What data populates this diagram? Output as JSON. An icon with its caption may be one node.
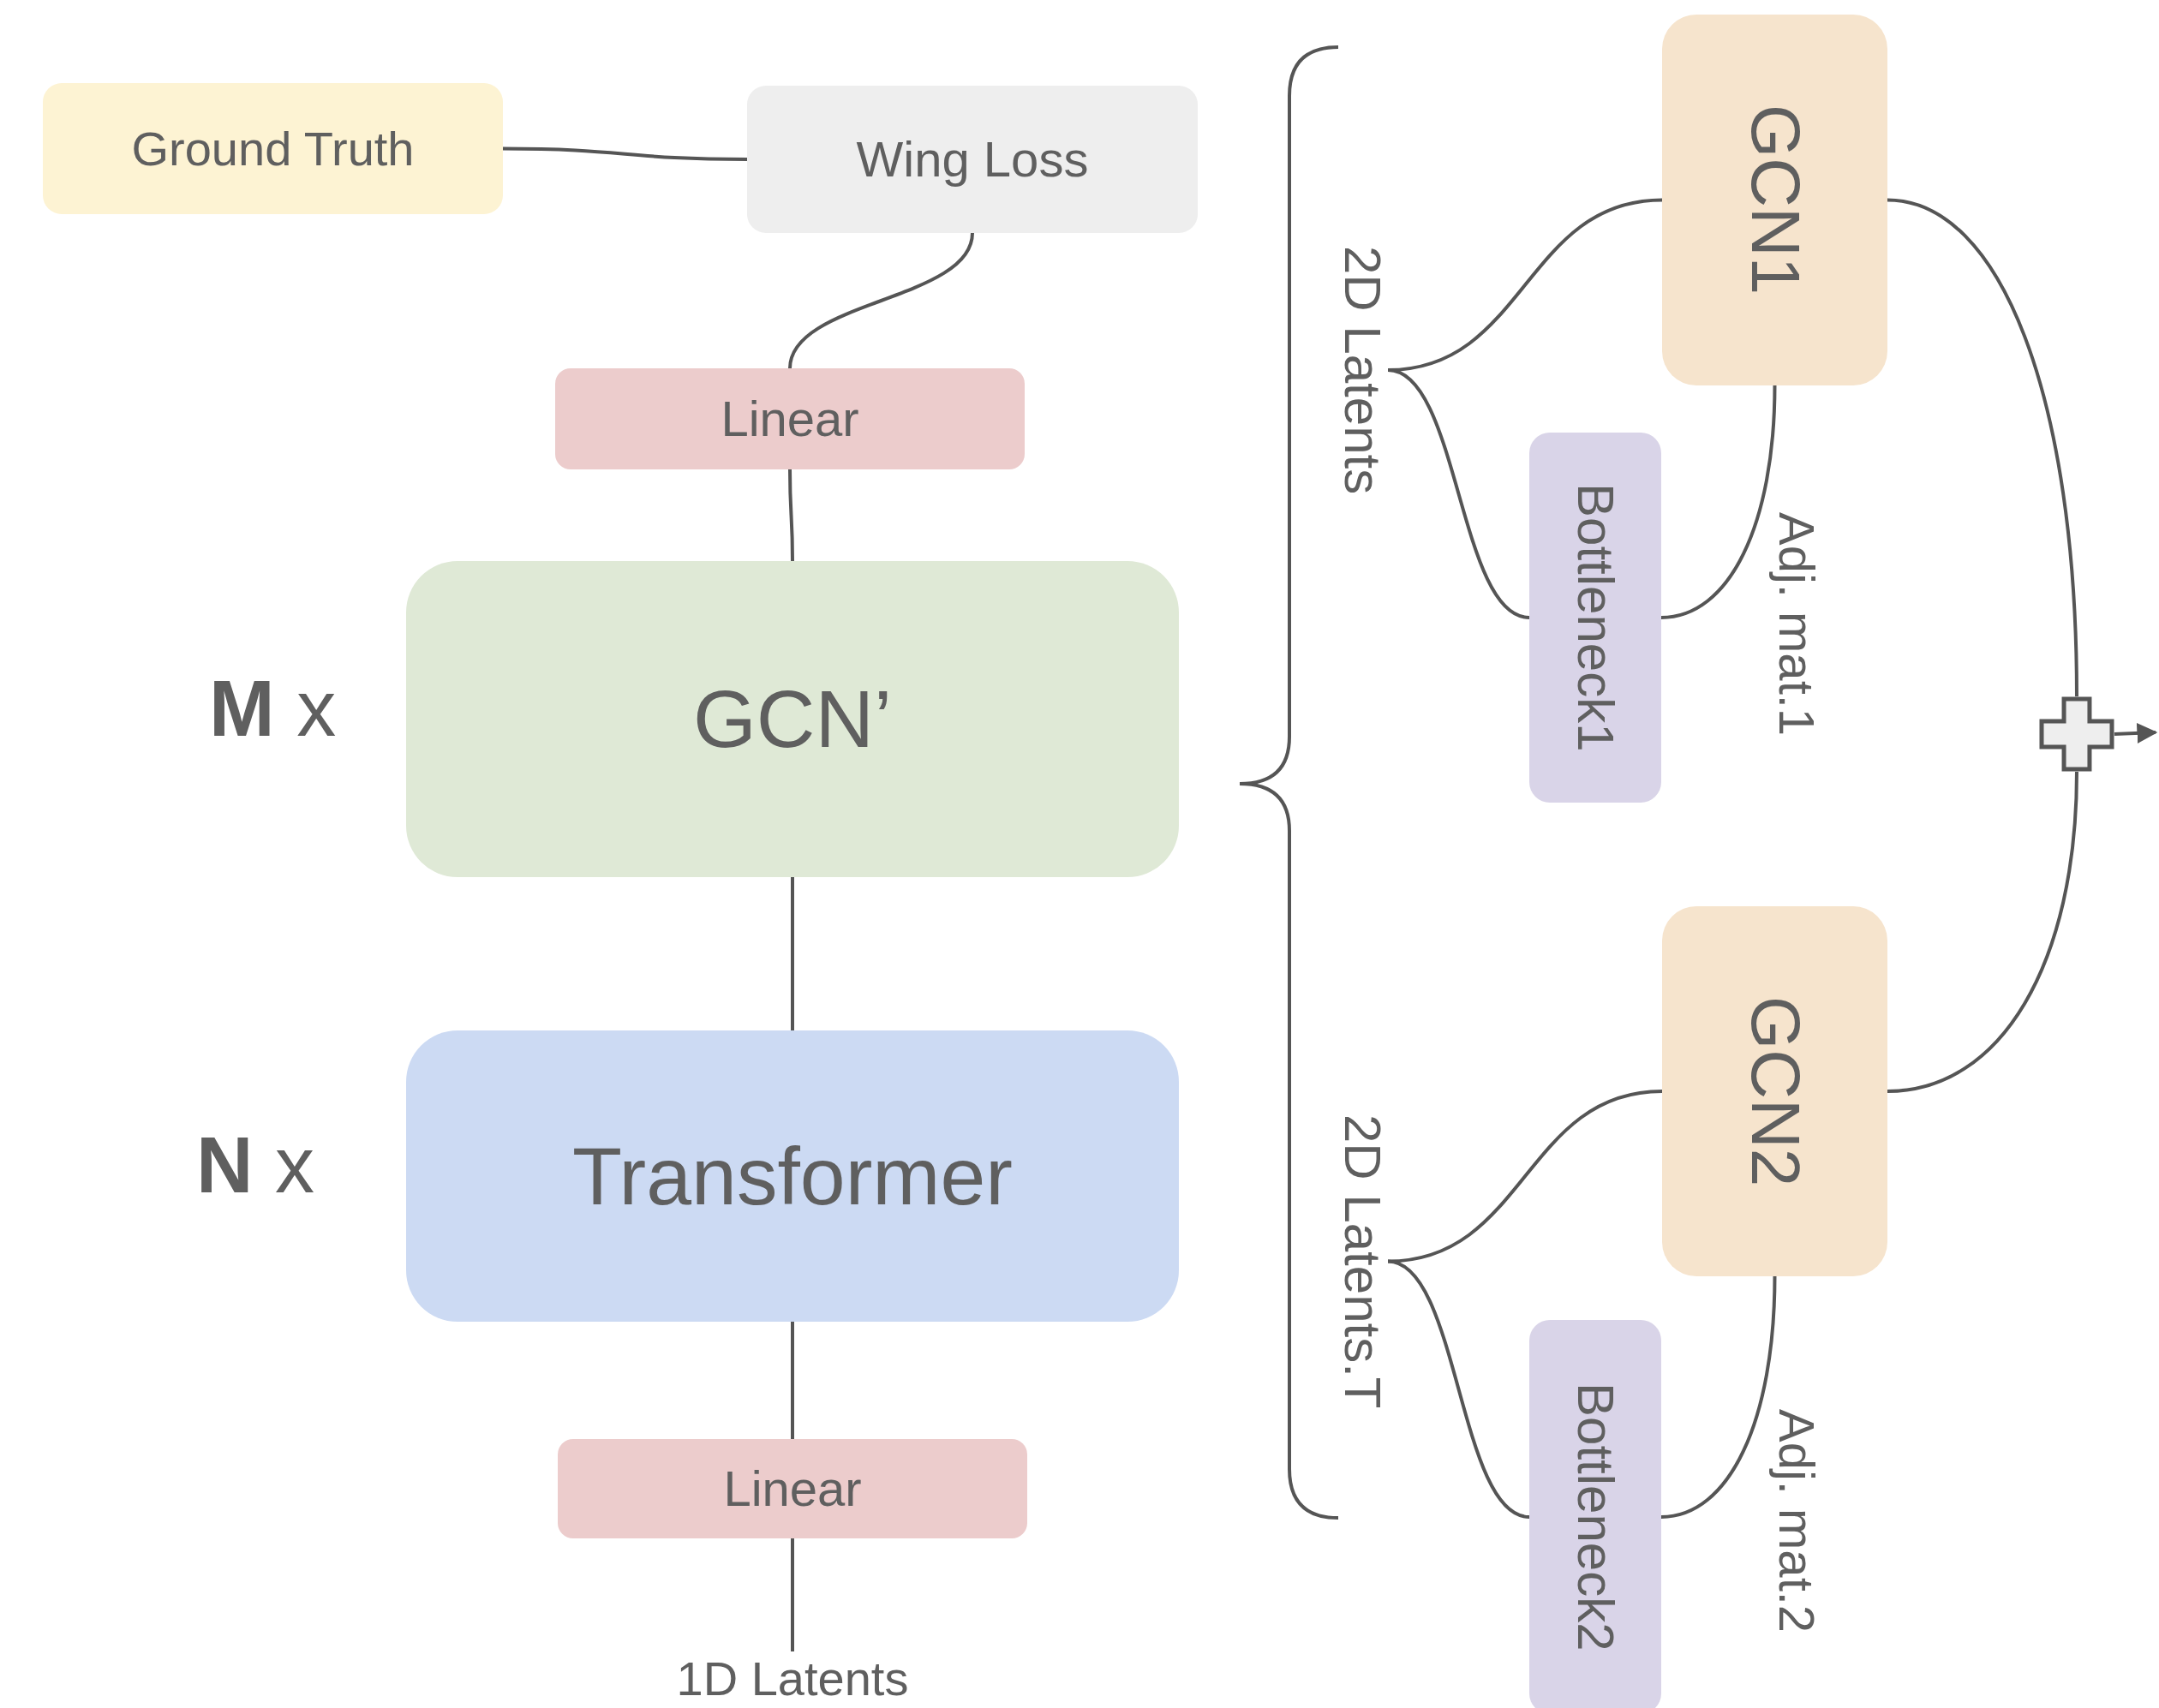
{
  "diagram": {
    "nodes": [
      {
        "text": [
          "Ground Truth"
        ]
      },
      {
        "text": [
          "Wing Loss"
        ]
      },
      {
        "text": [
          "Linear"
        ]
      },
      {
        "text": [
          "GCN’"
        ],
        "beside": [
          "**M** x"
        ]
      },
      {
        "text": [
          "Transformer"
        ],
        "beside": [
          "**N** x"
        ]
      },
      {
        "text": [
          "Linear"
        ]
      },
      {
        "text": [
          "1D Latents"
        ]
      },
      {
        "text": [
          "2D Latents"
        ]
      },
      {
        "text": [
          "GCN1"
        ]
      },
      {
        "text": [
          "Bottleneck1"
        ]
      },
      {
        "text": [
          "2D Latents.T"
        ]
      },
      {
        "text": [
          "GCN2"
        ]
      },
      {
        "text": [
          "Bottleneck2"
        ]
      },
      {
        "text": [],
        "shape": "plus"
      }
    ],
    "edges": [
      {
        "from": 0,
        "to": 1,
        "arrow": "none"
      },
      {
        "from": 1,
        "to": 2,
        "arrow": "none"
      },
      {
        "from": 2,
        "to": 3,
        "arrow": "none"
      },
      {
        "from": 3,
        "to": 4,
        "arrow": "none"
      },
      {
        "from": 4,
        "to": 5,
        "arrow": "none"
      },
      {
        "from": 5,
        "to": 6,
        "arrow": "none"
      },
      {
        "from": 7,
        "to": 8,
        "arrow": "none"
      },
      {
        "from": 7,
        "to": 9,
        "arrow": "none"
      },
      {
        "from": 9,
        "to": 8,
        "arrow": "none",
        "label": "Adj. mat.1"
      },
      {
        "from": 10,
        "to": 11,
        "arrow": "none"
      },
      {
        "from": 10,
        "to": 12,
        "arrow": "none"
      },
      {
        "from": 12,
        "to": 11,
        "arrow": "none",
        "label": "Adj. mat.2"
      },
      {
        "from": 8,
        "to": 13,
        "arrow": "none"
      },
      {
        "from": 11,
        "to": 13,
        "arrow": "none"
      },
      {
        "from": 13,
        "to": null,
        "arrow": "to"
      }
    ]
  }
}
